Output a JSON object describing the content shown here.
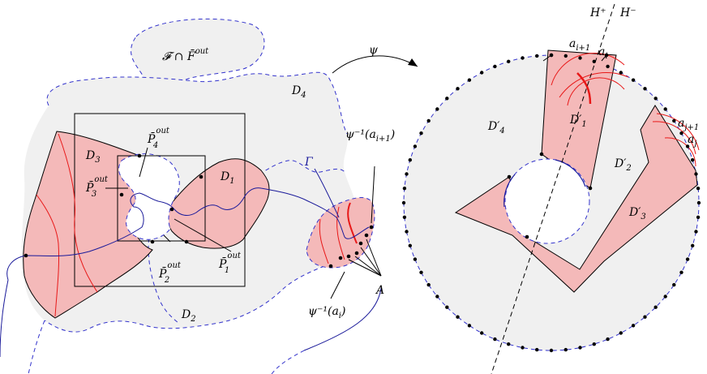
{
  "labels": {
    "f_cap": "𝓕 ∩ F̄",
    "f_cap_sup": "out",
    "psi": "ψ",
    "d4": "D",
    "d4_sub": "4",
    "d3": "D",
    "d3_sub": "3",
    "d1": "D",
    "d1_sub": "1",
    "d2": "D",
    "d2_sub": "2",
    "p4": "P̄",
    "p4_sub": "4",
    "p3": "P̄",
    "p3_sub": "3",
    "p2": "P̄",
    "p2_sub": "2",
    "p1": "P̄",
    "p1_sub": "1",
    "out": "out",
    "gamma": "Γ",
    "psi_inv_ai1": "ψ⁻¹(a",
    "psi_inv_ai1_sub": "i+1",
    "psi_inv_ai": "ψ⁻¹(a",
    "psi_inv_ai_sub": "i",
    "close_paren": ")",
    "a_set": "A",
    "h_plus": "H⁺",
    "h_minus": "H⁻",
    "a_i1": "a",
    "a_i1_sub": "i+1",
    "a_i": "a",
    "a_i_sub": "i",
    "a_j1": "a",
    "a_j1_sub": "j+1",
    "a_j": "a",
    "a_j_sub": "j",
    "d4p": "D′",
    "d4p_sub": "4",
    "d1p": "D′",
    "d1p_sub": "1",
    "d2p": "D′",
    "d2p_sub": "2",
    "d3p": "D′",
    "d3p_sub": "3"
  },
  "colors": {
    "gray_region": "#f0f0f0",
    "pink_region": "#f4b9b9",
    "blue_curve": "#1a1a9a",
    "red_curve": "#e81818",
    "outline": "#000000"
  }
}
